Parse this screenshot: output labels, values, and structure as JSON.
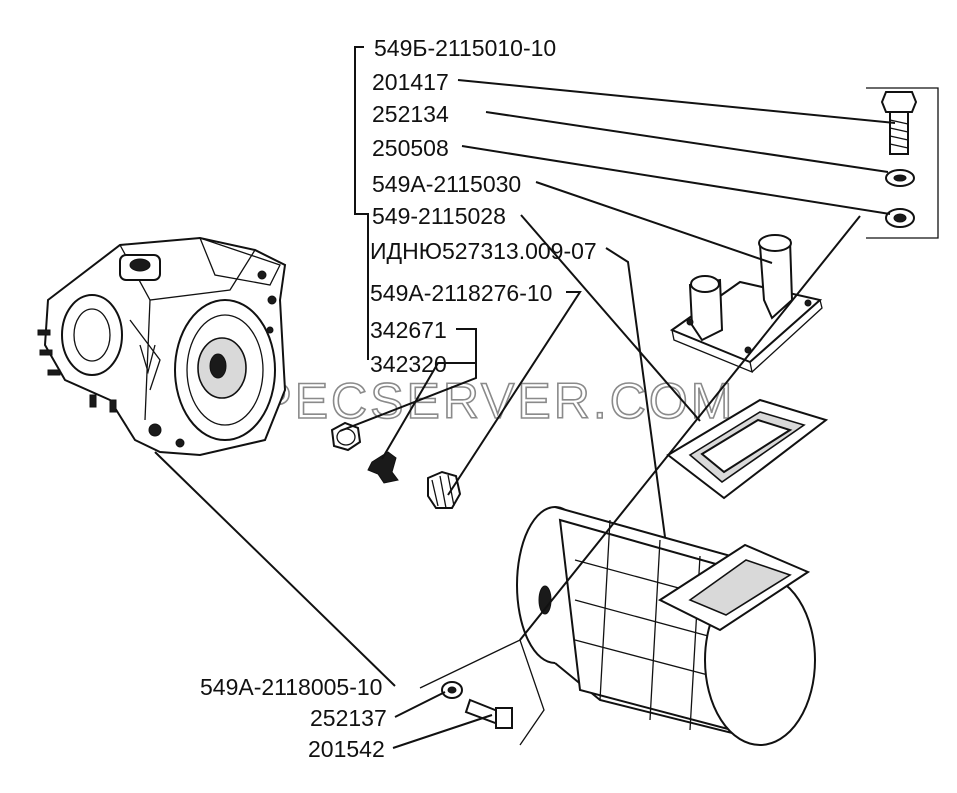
{
  "watermark": "SPECSERVER.COM",
  "labels": {
    "assembly": "549Б-2115010-10",
    "bolt_top": "201417",
    "spring_washer": "252134",
    "flat_washer": "250508",
    "pipe": "549А-2115030",
    "gasket": "549-2115028",
    "muffler": "ИДНЮ527313.009-07",
    "gear": "549А-2118276-10",
    "nut": "342671",
    "cotter_pin": "342320",
    "housing": "549А-2118005-10",
    "washer_bottom": "252137",
    "bolt_bottom": "201542"
  }
}
